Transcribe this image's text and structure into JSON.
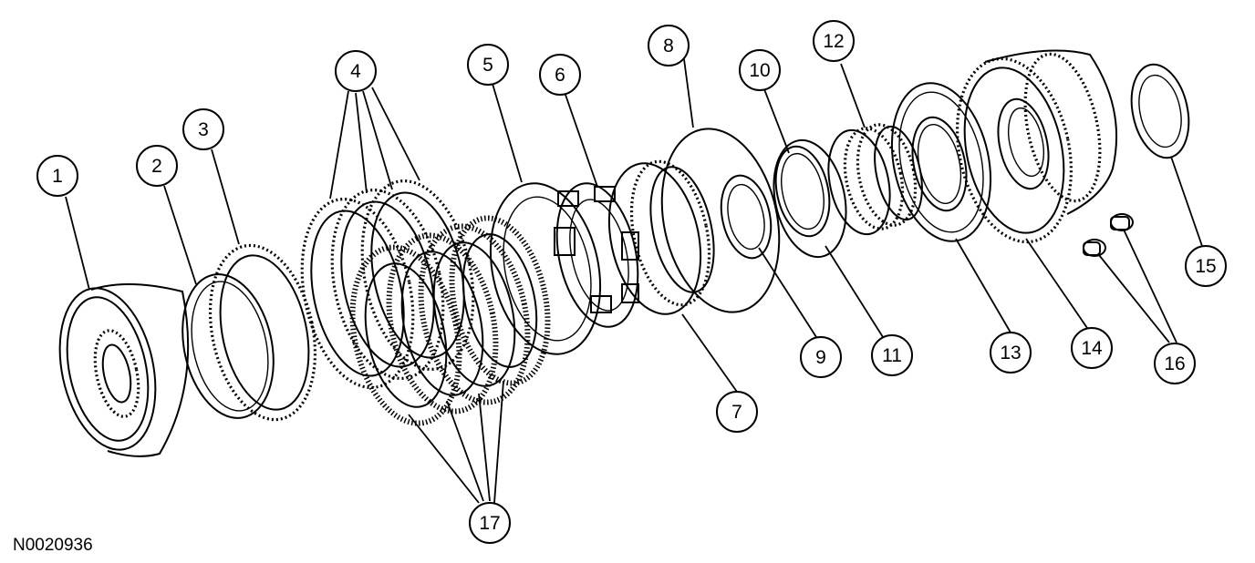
{
  "figure_id": "N0020936",
  "callouts": [
    {
      "number": "1"
    },
    {
      "number": "2"
    },
    {
      "number": "3"
    },
    {
      "number": "4"
    },
    {
      "number": "5"
    },
    {
      "number": "6"
    },
    {
      "number": "7"
    },
    {
      "number": "8"
    },
    {
      "number": "9"
    },
    {
      "number": "10"
    },
    {
      "number": "11"
    },
    {
      "number": "12"
    },
    {
      "number": "13"
    },
    {
      "number": "14"
    },
    {
      "number": "15"
    },
    {
      "number": "16"
    },
    {
      "number": "17"
    }
  ],
  "colors": {
    "line": "#000000",
    "background": "#ffffff"
  }
}
